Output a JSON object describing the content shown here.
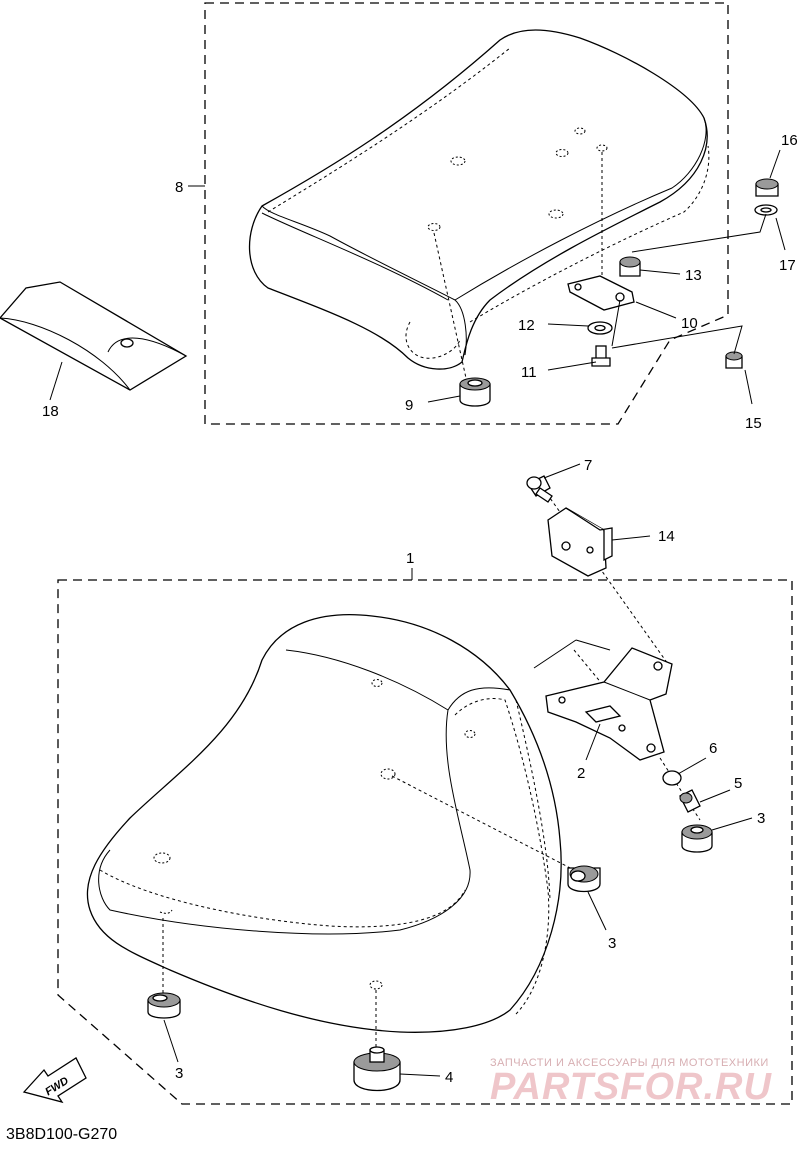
{
  "diagram_code": "3B8D100-G270",
  "fwd_label": "FWD",
  "watermark": {
    "small": "ЗАПЧАСТИ И АКСЕССУАРЫ ДЛЯ МОТОТЕХНИКИ",
    "big": "PARTSFOR.RU"
  },
  "callouts": {
    "c1": "1",
    "c2": "2",
    "c3a": "3",
    "c3b": "3",
    "c3c": "3",
    "c4": "4",
    "c5": "5",
    "c6": "6",
    "c7": "7",
    "c8": "8",
    "c9": "9",
    "c10": "10",
    "c11": "11",
    "c12": "12",
    "c13": "13",
    "c14": "14",
    "c15": "15",
    "c16": "16",
    "c17": "17",
    "c18": "18"
  }
}
